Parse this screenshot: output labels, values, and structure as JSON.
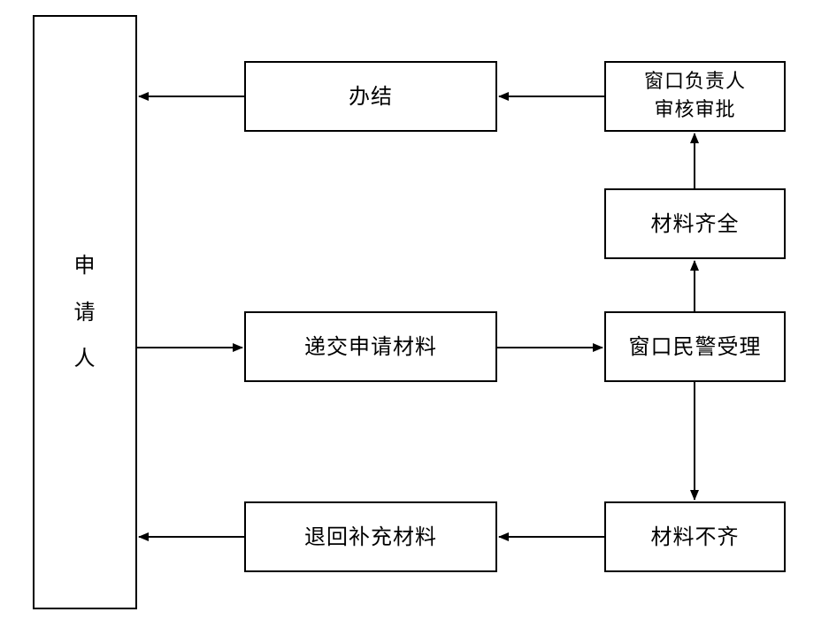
{
  "applicant": [
    "申",
    "请",
    "人"
  ],
  "nodes": {
    "banjie": "办结",
    "approve": [
      "窗口负责人",
      "审核审批"
    ],
    "complete": "材料齐全",
    "submit": "递交申请材料",
    "accept": "窗口民警受理",
    "return": "退回补充材料",
    "incomplete": "材料不齐"
  }
}
